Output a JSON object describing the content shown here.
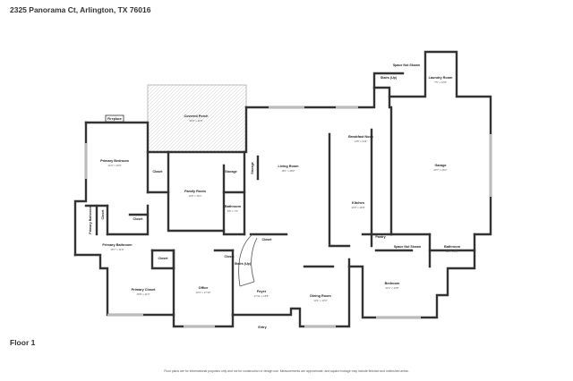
{
  "header": {
    "address": "2325 Panorama Ct, Arlington, TX 76016"
  },
  "floor": {
    "label": "Floor 1"
  },
  "footer": {
    "disclaimer": "Floor plans are for informational purposes only and not for construction or design use. Measurements are approximate, and square footage may include finished and unfinished areas."
  },
  "rooms": {
    "covered_porch": {
      "name": "Covered Porch",
      "dims": "30'3\" x 11'5\""
    },
    "primary_bedroom": {
      "name": "Primary Bedroom",
      "dims": "14'3\" x 19'0\""
    },
    "fireplace": {
      "name": "Fireplace"
    },
    "closet_a": {
      "name": "Closet"
    },
    "family_room": {
      "name": "Family Room",
      "dims": "12'8\" x 16'1\""
    },
    "storage_a": {
      "name": "Storage"
    },
    "storage_b": {
      "name": "Storage"
    },
    "living_room": {
      "name": "Living Room",
      "dims": "18'1\" x 28'2\""
    },
    "breakfast_nook": {
      "name": "Breakfast Nook",
      "dims": "14'5\" x 9'11\""
    },
    "garage": {
      "name": "Garage",
      "dims": "23'7\" x 26'1\""
    },
    "laundry_room": {
      "name": "Laundry Room",
      "dims": "7'5\" x 12'8\""
    },
    "space_not_shown_top": {
      "name": "Space Not Shown"
    },
    "stairs_up_top": {
      "name": "Stairs (Up)"
    },
    "bathroom_a": {
      "name": "Bathroom",
      "dims": "8'6\" x 7'4\""
    },
    "kitchen": {
      "name": "Kitchen",
      "dims": "14'0\" x 16'8\""
    },
    "pantry": {
      "name": "Pantry"
    },
    "primary_bathroom": {
      "name": "Primary Bathroom",
      "dims": "16'7\" x 11'8\""
    },
    "primary_bath_small": {
      "name": "Primary Bathroom"
    },
    "closet_b": {
      "name": "Closet"
    },
    "closet_c": {
      "name": "Closet"
    },
    "closet_d": {
      "name": "Closet"
    },
    "closet_e": {
      "name": "Closet"
    },
    "closet_f": {
      "name": "Closet"
    },
    "primary_closet": {
      "name": "Primary Closet",
      "dims": "15'8\" x 11'3\""
    },
    "office": {
      "name": "Office",
      "dims": "12'6\" x 17'10\""
    },
    "stairs_up_mid": {
      "name": "Stairs (Up)"
    },
    "foyer": {
      "name": "Foyer",
      "dims": "17'11\" x 16'5\""
    },
    "dining_room": {
      "name": "Dining Room",
      "dims": "13'1\" x 12'0\""
    },
    "space_not_shown_mid": {
      "name": "Space Not Shown"
    },
    "bathroom_b": {
      "name": "Bathroom",
      "dims": "10'4\" x 8'3\""
    },
    "bedroom": {
      "name": "Bedroom",
      "dims": "22'2\" x 13'8\""
    },
    "entry": {
      "name": "Entry"
    }
  }
}
